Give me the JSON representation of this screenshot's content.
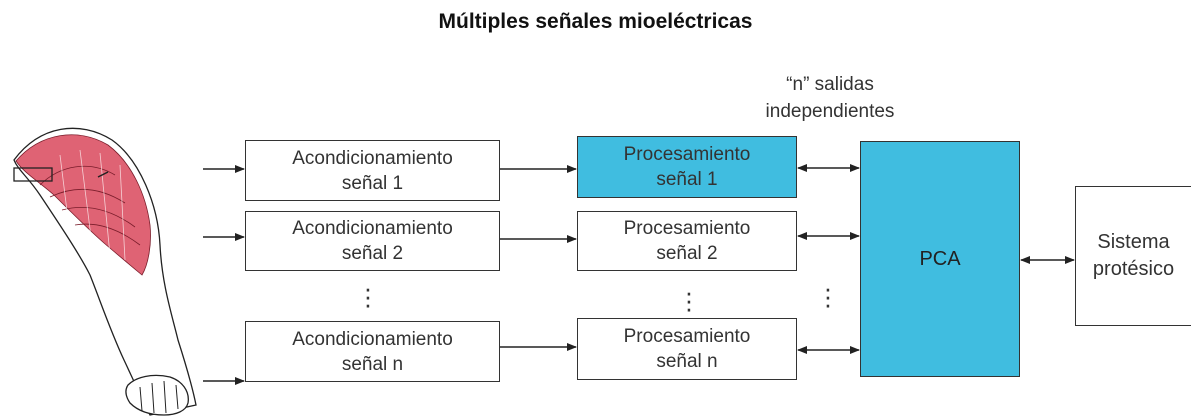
{
  "title": "Múltiples señales mioeléctricas",
  "outputs_note": {
    "line1": "“n” salidas",
    "line2": "independientes"
  },
  "conditioning": [
    {
      "line1": "Acondicionamiento",
      "line2": "señal 1"
    },
    {
      "line1": "Acondicionamiento",
      "line2": "señal 2"
    },
    {
      "line1": "Acondicionamiento",
      "line2": "señal n"
    }
  ],
  "processing": [
    {
      "line1": "Procesamiento",
      "line2": "señal 1",
      "highlighted": true
    },
    {
      "line1": "Procesamiento",
      "line2": "señal 2",
      "highlighted": false
    },
    {
      "line1": "Procesamiento",
      "line2": "señal n",
      "highlighted": false
    }
  ],
  "pca_label": "PCA",
  "system": {
    "line1": "Sistema",
    "line2": "protésico"
  },
  "colors": {
    "highlight": "#40bde0",
    "muscle": "#d9485c",
    "line": "#222222"
  },
  "icons": {
    "arm": "arm-muscle-icon"
  }
}
